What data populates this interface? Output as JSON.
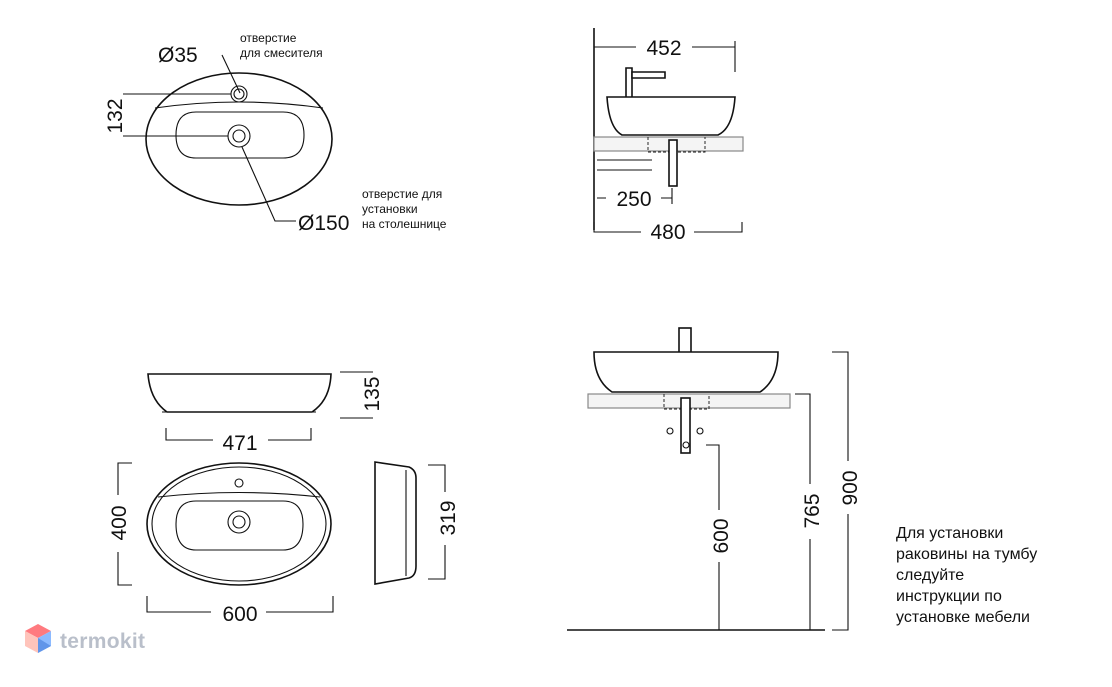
{
  "top_view": {
    "dia_mixer": "Ø35",
    "note_mixer": [
      "отверстие",
      "для смесителя"
    ],
    "dim_132": "132",
    "dia_mount": "Ø150",
    "note_mount": [
      "отверстие для",
      "установки",
      "на столешнице"
    ]
  },
  "side_view": {
    "w452": "452",
    "d250": "250",
    "d480": "480"
  },
  "front_view": {
    "h135": "135",
    "w471": "471"
  },
  "plan_view": {
    "h400": "400",
    "w600": "600",
    "h319": "319"
  },
  "install_view": {
    "h600": "600",
    "h765": "765",
    "h900": "900"
  },
  "instruction_lines": [
    "Для установки",
    "раковины на тумбу",
    "следуйте",
    "инструкции по",
    "установке мебели"
  ],
  "watermark": {
    "text": "termokit",
    "colors": [
      "#ff5a5f",
      "#ffb3a7",
      "#6ea8ff",
      "#2c6fd6"
    ]
  }
}
